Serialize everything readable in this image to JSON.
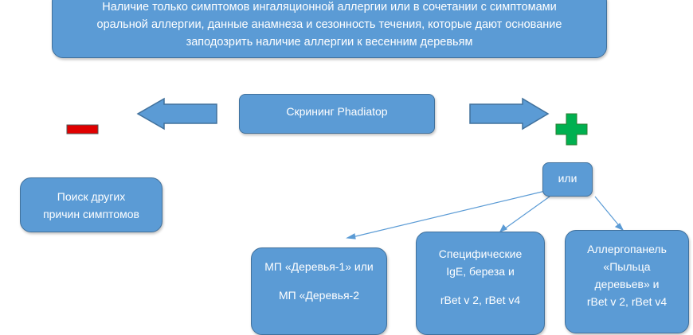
{
  "top": {
    "lines": [
      "Наличие только симптомов ингаляционной аллергии или в сочетании с симптомами",
      "оральной аллергии, данные анамнеза и сезонность течения, которые дают основание",
      "заподозрить наличие аллергии к весенним деревьям"
    ]
  },
  "screening": {
    "label": "Скрининг Phadiatop"
  },
  "negative": {
    "label": "Поиск других причин симптомов",
    "lines": [
      "Поиск других",
      "причин симптомов"
    ]
  },
  "or": {
    "label": "или"
  },
  "options": [
    {
      "lines": [
        "МП «Деревья-1» или",
        "",
        "МП «Деревья-2"
      ]
    },
    {
      "lines": [
        "Специфические",
        "IgE, береза и",
        "",
        "rBet v 2, rBet v4"
      ]
    },
    {
      "lines": [
        "Аллергопанель",
        "«Пыльца",
        "деревьев»  и",
        "rBet v 2, rBet v4"
      ]
    }
  ],
  "colors": {
    "box": "#5b9bd5",
    "border": "#41719c",
    "minus": "#e00000",
    "plus": "#00b050"
  }
}
